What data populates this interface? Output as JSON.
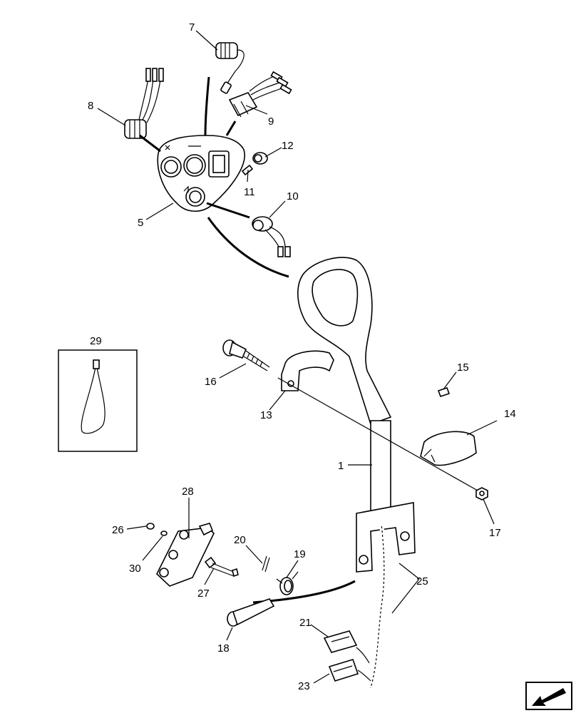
{
  "callouts": {
    "c1": "1",
    "c5": "5",
    "c7": "7",
    "c8": "8",
    "c9": "9",
    "c10": "10",
    "c11": "11",
    "c12": "12",
    "c13": "13",
    "c14": "14",
    "c15": "15",
    "c16": "16",
    "c17": "17",
    "c18": "18",
    "c19": "19",
    "c20": "20",
    "c21": "21",
    "c23": "23",
    "c25": "25",
    "c26": "26",
    "c27": "27",
    "c28": "28",
    "c29": "29",
    "c30": "30"
  },
  "nav_icon": "arrow-left-down-icon"
}
